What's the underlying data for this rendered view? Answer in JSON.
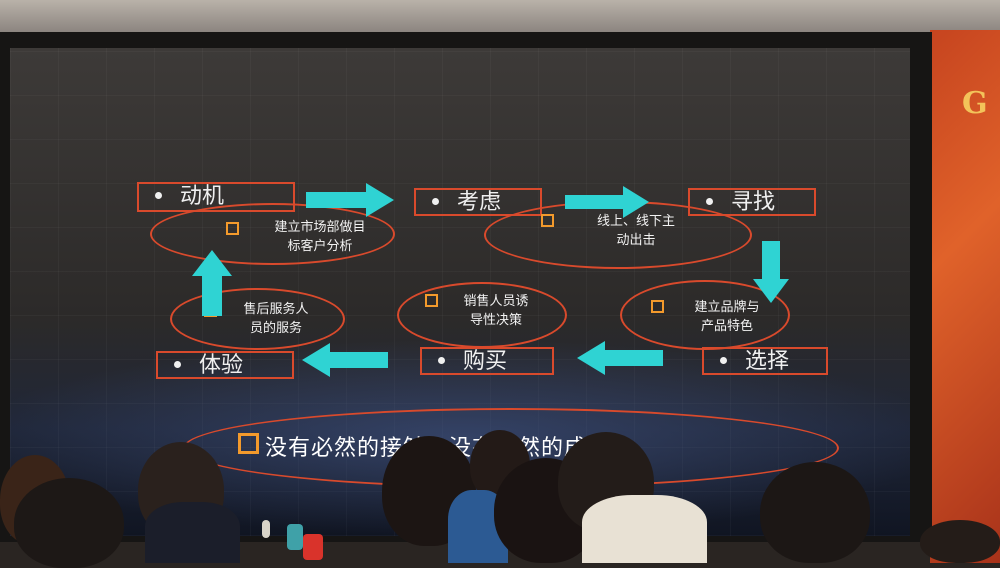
{
  "slide": {
    "stages": {
      "motive": "动机",
      "consider": "考虑",
      "search": "寻找",
      "choose": "选择",
      "buy": "购买",
      "experience": "体验"
    },
    "notes": {
      "market_line1": "建立市场部做目",
      "market_line2": "标客户分析",
      "online_line1": "线上、线下主",
      "online_line2": "动出击",
      "brand_line1": "建立品牌与",
      "brand_line2": "产品特色",
      "sales_line1": "销售人员诱",
      "sales_line2": "导性决策",
      "aftersale_line1": "售后服务人",
      "aftersale_line2": "员的服务"
    },
    "bottom_line": "没有必然的接触，没有必然的成交"
  },
  "wall_logo": "G",
  "colors": {
    "border_red": "#d94a2c",
    "arrow_cyan": "#2fd3d3",
    "bullet_orange": "#f39a2c"
  }
}
